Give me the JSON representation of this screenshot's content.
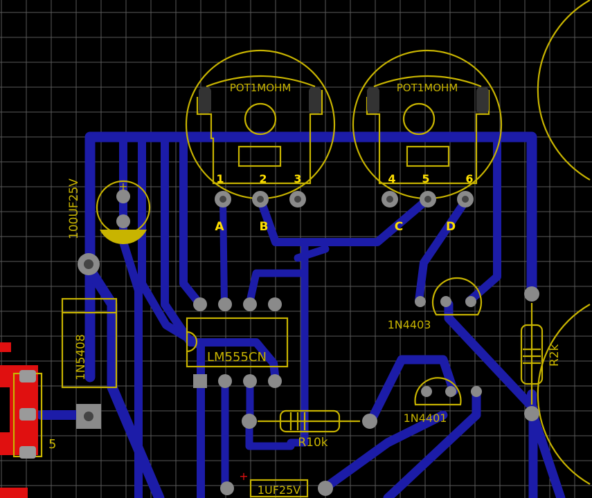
{
  "colors": {
    "background": "#000000",
    "grid": "#5a5a5a",
    "track": "#1c1ca8",
    "silkscreen": "#c8b400",
    "pin_label": "#ffe000",
    "pad": "#8a8a8a",
    "component_red": "#e01010"
  },
  "components": {
    "pot1": {
      "value": "POT1MOHM"
    },
    "pot2": {
      "value": "POT1MOHM"
    },
    "cap1": {
      "value": "100UF25V",
      "polarity": "+"
    },
    "diode1": {
      "value": "1N5408"
    },
    "ic1": {
      "value": "LM555CN"
    },
    "transistor1": {
      "value": "1N4403"
    },
    "transistor2": {
      "value": "1N4401"
    },
    "resistor1": {
      "value": "R10k"
    },
    "resistor2": {
      "value": "R2k"
    },
    "cap2": {
      "value": "1UF25V",
      "polarity": "+"
    },
    "connector": {
      "pin": "5"
    }
  },
  "pin_numbers": [
    "1",
    "2",
    "3",
    "4",
    "5",
    "6"
  ],
  "net_labels": [
    "A",
    "B",
    "C",
    "D"
  ]
}
